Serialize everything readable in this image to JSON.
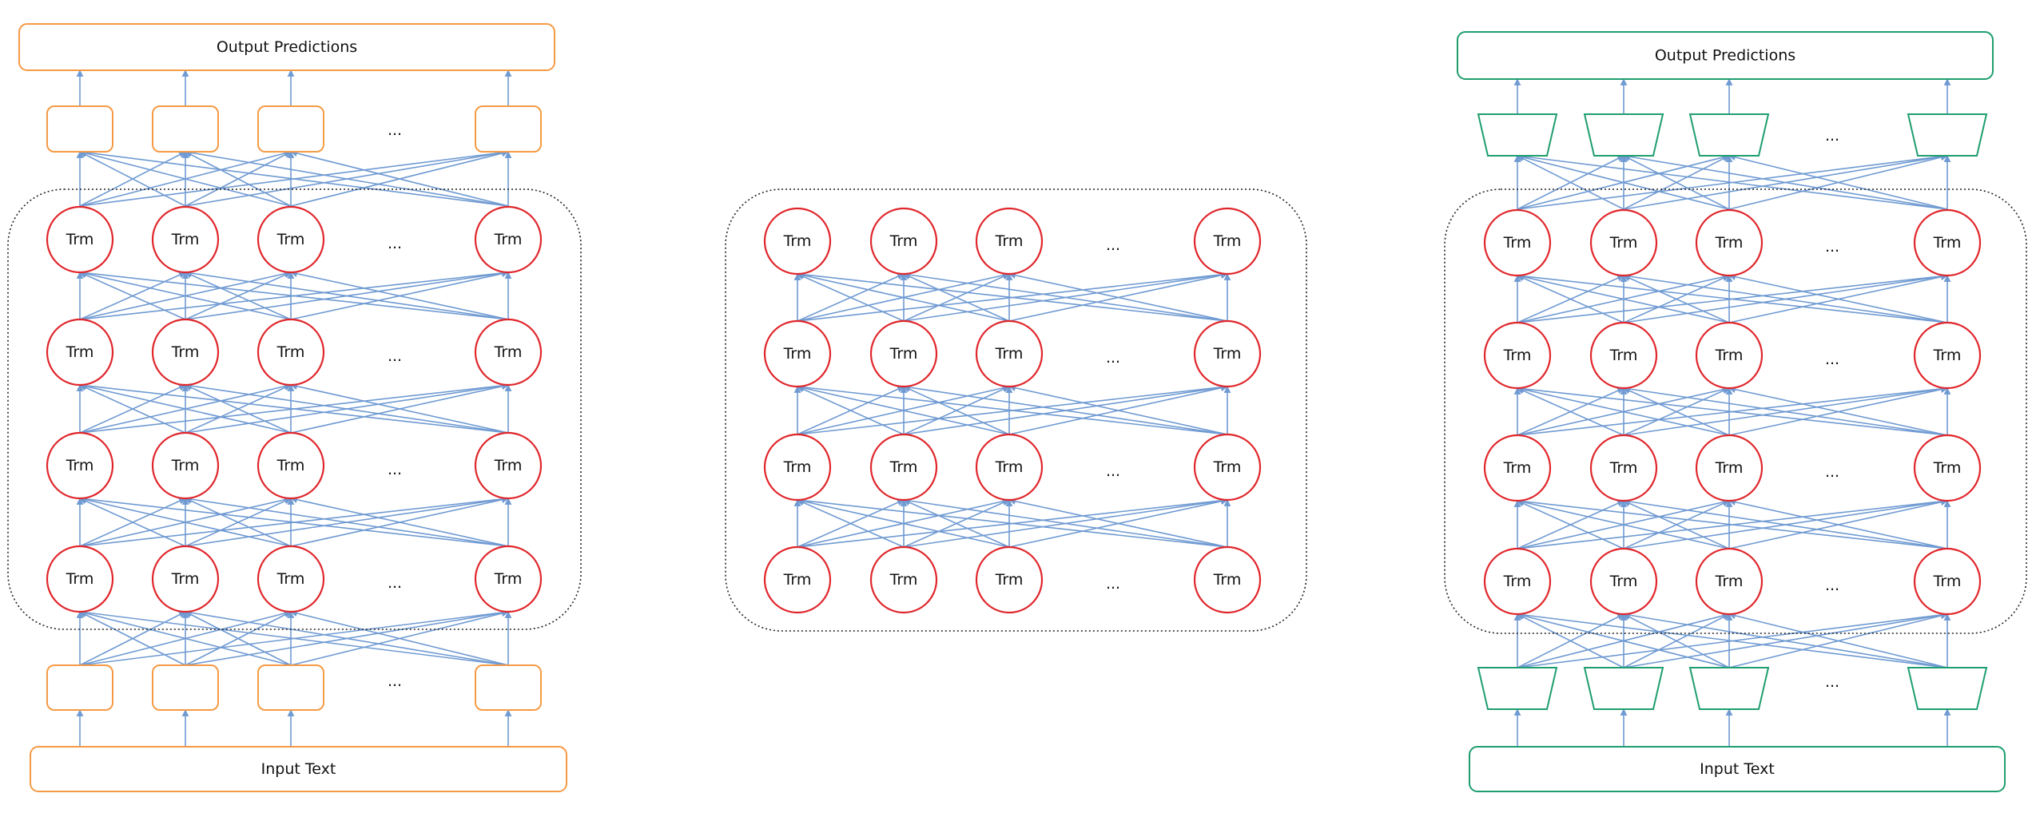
{
  "colors": {
    "arrow": "#6f9ad2",
    "trm_stroke": "#e0262b",
    "orange": "#f59a44",
    "green": "#1e9e6e",
    "container_stroke": "#222222"
  },
  "trm_label": "Trm",
  "ellipsis": "...",
  "panels": [
    {
      "id": "left",
      "style": "orange-box",
      "top_label": "Output Predictions",
      "bottom_label": "Input Text"
    },
    {
      "id": "middle",
      "style": "none"
    },
    {
      "id": "right",
      "style": "green-trapezoid",
      "top_label": "Output Predictions",
      "bottom_label": "Input Text"
    }
  ]
}
